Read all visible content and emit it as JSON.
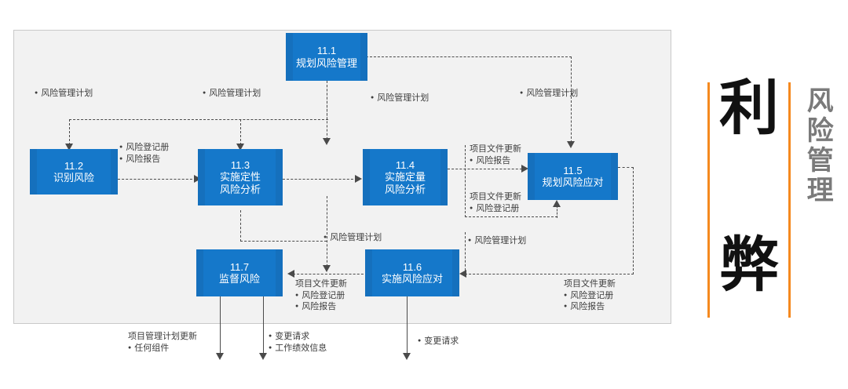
{
  "diagram": {
    "title_hidden": "",
    "frame": {
      "background": "#f2f2f2",
      "border": "#c9c9c9"
    },
    "box_color": "#1578ca",
    "box_edge_color": "#1570bd",
    "connector_color": "#4a4a4a",
    "processes": [
      {
        "id": "11.1",
        "number": "11.1",
        "name_line1": "规划风险管理",
        "name_line2": ""
      },
      {
        "id": "11.2",
        "number": "11.2",
        "name_line1": "识别风险",
        "name_line2": ""
      },
      {
        "id": "11.3",
        "number": "11.3",
        "name_line1": "实施定性",
        "name_line2": "风险分析"
      },
      {
        "id": "11.4",
        "number": "11.4",
        "name_line1": "实施定量",
        "name_line2": "风险分析"
      },
      {
        "id": "11.5",
        "number": "11.5",
        "name_line1": "规划风险应对",
        "name_line2": ""
      },
      {
        "id": "11.6",
        "number": "11.6",
        "name_line1": "实施风险应对",
        "name_line2": ""
      },
      {
        "id": "11.7",
        "number": "11.7",
        "name_line1": "监督风险",
        "name_line2": ""
      }
    ],
    "annotations": {
      "top1": {
        "bullets": [
          "风险管理计划"
        ]
      },
      "top2": {
        "bullets": [
          "风险管理计划"
        ]
      },
      "top3": {
        "bullets": [
          "风险管理计划"
        ]
      },
      "top4": {
        "bullets": [
          "风险管理计划"
        ]
      },
      "reg_rep": {
        "bullets": [
          "风险登记册",
          "风险报告"
        ]
      },
      "doc_rep": {
        "header": "项目文件更新",
        "bullets": [
          "风险报告"
        ]
      },
      "doc_reg": {
        "header": "项目文件更新",
        "bullets": [
          "风险登记册"
        ]
      },
      "mid_left": {
        "bullets": [
          "风险管理计划"
        ]
      },
      "mid_right": {
        "bullets": [
          "风险管理计划"
        ]
      },
      "doc_both_left": {
        "header": "项目文件更新",
        "bullets": [
          "风险登记册",
          "风险报告"
        ]
      },
      "doc_both_right": {
        "header": "项目文件更新",
        "bullets": [
          "风险登记册",
          "风险报告"
        ]
      },
      "pm_update": {
        "header": "项目管理计划更新",
        "bullets": [
          "任何组件"
        ]
      },
      "change_perf": {
        "bullets": [
          "变更请求",
          "工作绩效信息"
        ]
      },
      "change_req": {
        "bullets": [
          "变更请求"
        ]
      }
    }
  },
  "sidepanel": {
    "accent_color": "#f5891f",
    "big_char_top": "利",
    "big_char_bottom": "弊",
    "vertical_title": "风险管理"
  }
}
